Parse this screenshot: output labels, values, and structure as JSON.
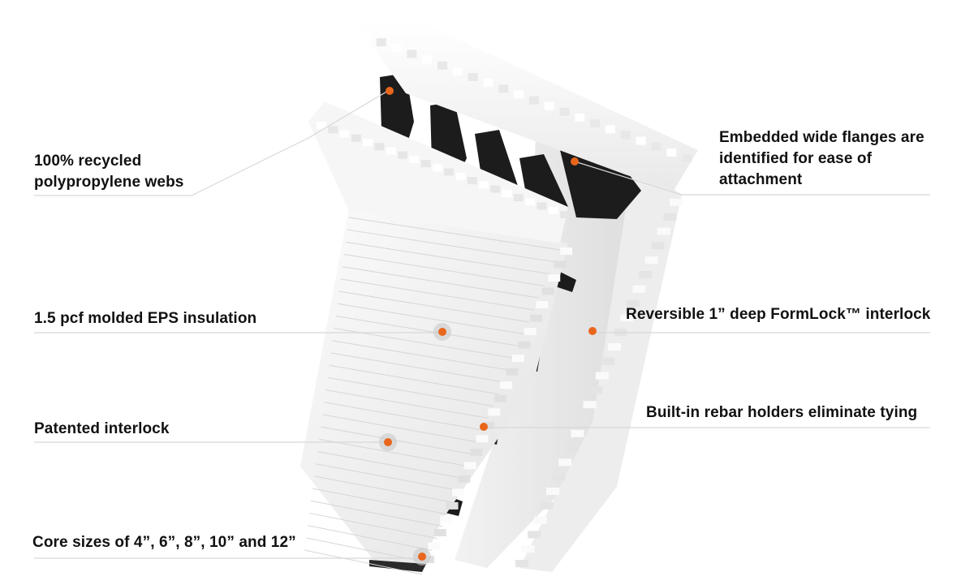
{
  "callouts": {
    "webs": "100% recycled polypropylene webs",
    "flanges": "Embedded wide flanges are identified for ease of attachment",
    "eps": "1.5 pcf molded EPS insulation",
    "formlock": "Reversible 1” deep FormLock™ interlock",
    "patented": "Patented interlock",
    "rebar": "Built-in rebar holders eliminate tying",
    "core": "Core sizes of 4”, 6”, 8”, 10” and 12”"
  },
  "colors": {
    "accent": "#e8661c",
    "marker_halo": "#c9c9c9",
    "foam": "#f3f3f3",
    "foam_shade": "#dcdcdc",
    "web": "#1c1c1c",
    "leader": "#d8d8d8"
  }
}
